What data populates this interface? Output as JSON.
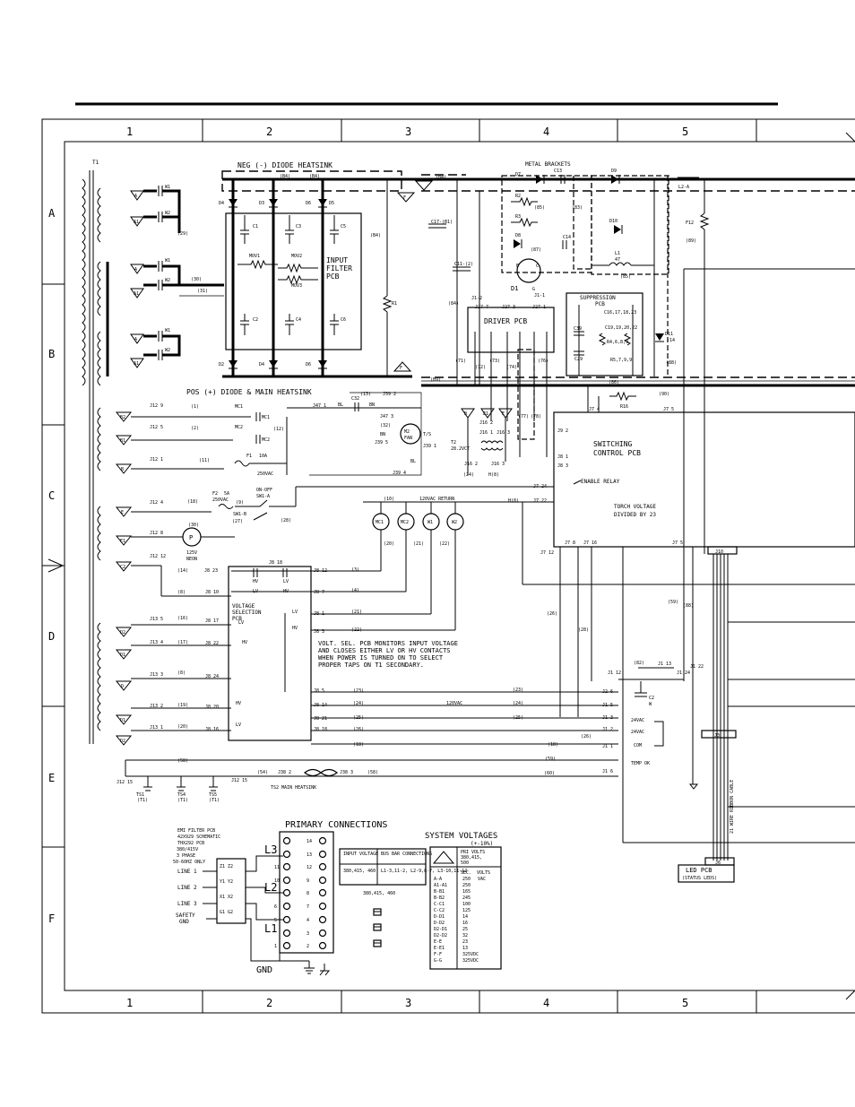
{
  "border": {
    "columns": [
      "1",
      "2",
      "3",
      "4",
      "5"
    ],
    "rows": [
      "A",
      "B",
      "C",
      "D",
      "E",
      "F"
    ]
  },
  "blocks": {
    "neg_heatsink": "NEG (-) DIODE HEATSINK",
    "pos_heatsink": "POS (+) DIODE & MAIN HEATSINK",
    "input_filter": [
      "INPUT",
      "FILTER",
      "PCB"
    ],
    "driver_pcb": "DRIVER PCB",
    "suppression_pcb": [
      "SUPPRESSION",
      "PCB"
    ],
    "switching_control": [
      "SWITCHING",
      "CONTROL PCB"
    ],
    "metal_brackets": "METAL BRACKETS",
    "enable_relay": "ENABLE RELAY",
    "torch_voltage": [
      "TORCH VOLTAGE",
      "DIVIDED BY 23"
    ],
    "voltage_selection": [
      "VOLTAGE",
      "SELECTION",
      "PCB"
    ],
    "volt_sel_note": [
      "VOLT. SEL. PCB MONITORS INPUT VOLTAGE",
      "AND CLOSES EITHER LV OR HV CONTACTS",
      "WHEN POWER IS TURNED ON TO SELECT",
      "PROPER TAPS ON T1 SECONDARY."
    ],
    "on_off": [
      "ON-OFF",
      "SW1-A"
    ],
    "neon": [
      "125V",
      "NEON"
    ],
    "fan": [
      "M2",
      "FAN"
    ],
    "ts2": "TS2 MAIN HEATSINK",
    "led_pcb": [
      "LED PCB",
      "(STATUS LEDS)"
    ],
    "ribbon": "21 WIRE RIBBON CABLE",
    "temp_ok": "TEMP OK",
    "ret_120": "120VAC RETURN",
    "vac_120": "120VAC",
    "vac_250": "250VAC",
    "vac_24_a": "24VAC",
    "vac_24_b": "24VAC",
    "com": "COM",
    "t2": [
      "T2",
      "28.2VCT"
    ],
    "l1": [
      "L1",
      "47"
    ],
    "l2": "L2-A",
    "d1": "D1",
    "f1": [
      "F1",
      "10A"
    ],
    "f2": [
      "F2",
      "5A",
      "250VAC"
    ]
  },
  "components": {
    "diodes_top": [
      "D4",
      "D3",
      "D6",
      "D5"
    ],
    "diodes_bottom": [
      "D2",
      "D4",
      "D6"
    ],
    "caps": [
      "C1",
      "C3",
      "C5",
      "C2",
      "C4",
      "C6"
    ],
    "movs": [
      "MOV1",
      "MOV2",
      "MOV3"
    ],
    "r1": "R1",
    "motors": [
      "MC1",
      "MC2",
      "W1",
      "W2"
    ]
  },
  "connectors_left": [
    "J12 9",
    "J12 5",
    "J12 1",
    "J12 4",
    "J12 8",
    "J12 12",
    "J13 5",
    "J13 4",
    "J13 3",
    "J13 2",
    "J13 1",
    "J12 15"
  ],
  "connectors_mid": [
    "J8 23",
    "J8 18",
    "J8 10",
    "J8 17",
    "J8 22",
    "J8 24",
    "J8 20",
    "J8 16",
    "J8 12",
    "J8 7",
    "J8 1",
    "J8 3",
    "J8 5",
    "J8 14",
    "J8 21",
    "J8 18"
  ],
  "connectors_right": [
    "J7 5",
    "J7 24",
    "J7 22",
    "J7 12",
    "J7 8",
    "J7 16",
    "J7 5",
    "J1 12",
    "J1 13",
    "J1 24",
    "J1 22",
    "J2 6",
    "J1 5",
    "J1 3",
    "J1 2",
    "J1 1",
    "J1 6"
  ],
  "primary": {
    "title": "PRIMARY CONNECTIONS",
    "filter_note": [
      "EMI FILTER PCB",
      "42X929 SCHEMATIC",
      "THX292 PCB"
    ],
    "phase_note": [
      "380/415V",
      "3 PHASE",
      "50-60HZ ONLY"
    ],
    "lines": [
      "LINE 1",
      "LINE 2",
      "LINE 3",
      "SAFETY",
      "GND"
    ],
    "block_labels": [
      "Z1 Z2",
      "Y1 Y2",
      "X1 X2",
      "G1 G2"
    ],
    "terminals_left": [
      "L3",
      "L2",
      "L1"
    ],
    "terminals": [
      "14",
      "13",
      "12",
      "11",
      "10",
      "9",
      "8",
      "7",
      "6",
      "5",
      "4",
      "3",
      "2",
      "1"
    ],
    "gnd": "GND",
    "table_head": [
      "INPUT VOLTAGE",
      "BUS BAR CONNECTIONS"
    ],
    "table_row": [
      "380,415, 460",
      "L1-3,11-2, L2-9,8-7, L3-10,11-12"
    ],
    "stack": "380,415, 460"
  },
  "system": {
    "title": "SYSTEM VOLTAGES",
    "subtitle": "(+-10%)",
    "head": [
      "PRI VOLTS",
      "380,415,",
      "500"
    ],
    "sec_head": [
      "SEC.",
      "VOLTS"
    ],
    "rows": [
      [
        "A-A",
        "250",
        "VAC"
      ],
      [
        "A1-A1",
        "250",
        ""
      ],
      [
        "B-B1",
        "165",
        ""
      ],
      [
        "B-B2",
        "245",
        ""
      ],
      [
        "C-C1",
        "100",
        ""
      ],
      [
        "C-C2",
        "125",
        ""
      ],
      [
        "D-D1",
        "14",
        ""
      ],
      [
        "D-D2",
        "16",
        ""
      ],
      [
        "D2-D1",
        "25",
        ""
      ],
      [
        "D2-D2",
        "32",
        ""
      ],
      [
        "E-E",
        "23",
        ""
      ],
      [
        "E-E1",
        "13",
        ""
      ],
      [
        "F-F",
        "325VDC",
        ""
      ],
      [
        "G-G",
        "325VDC",
        ""
      ]
    ]
  }
}
